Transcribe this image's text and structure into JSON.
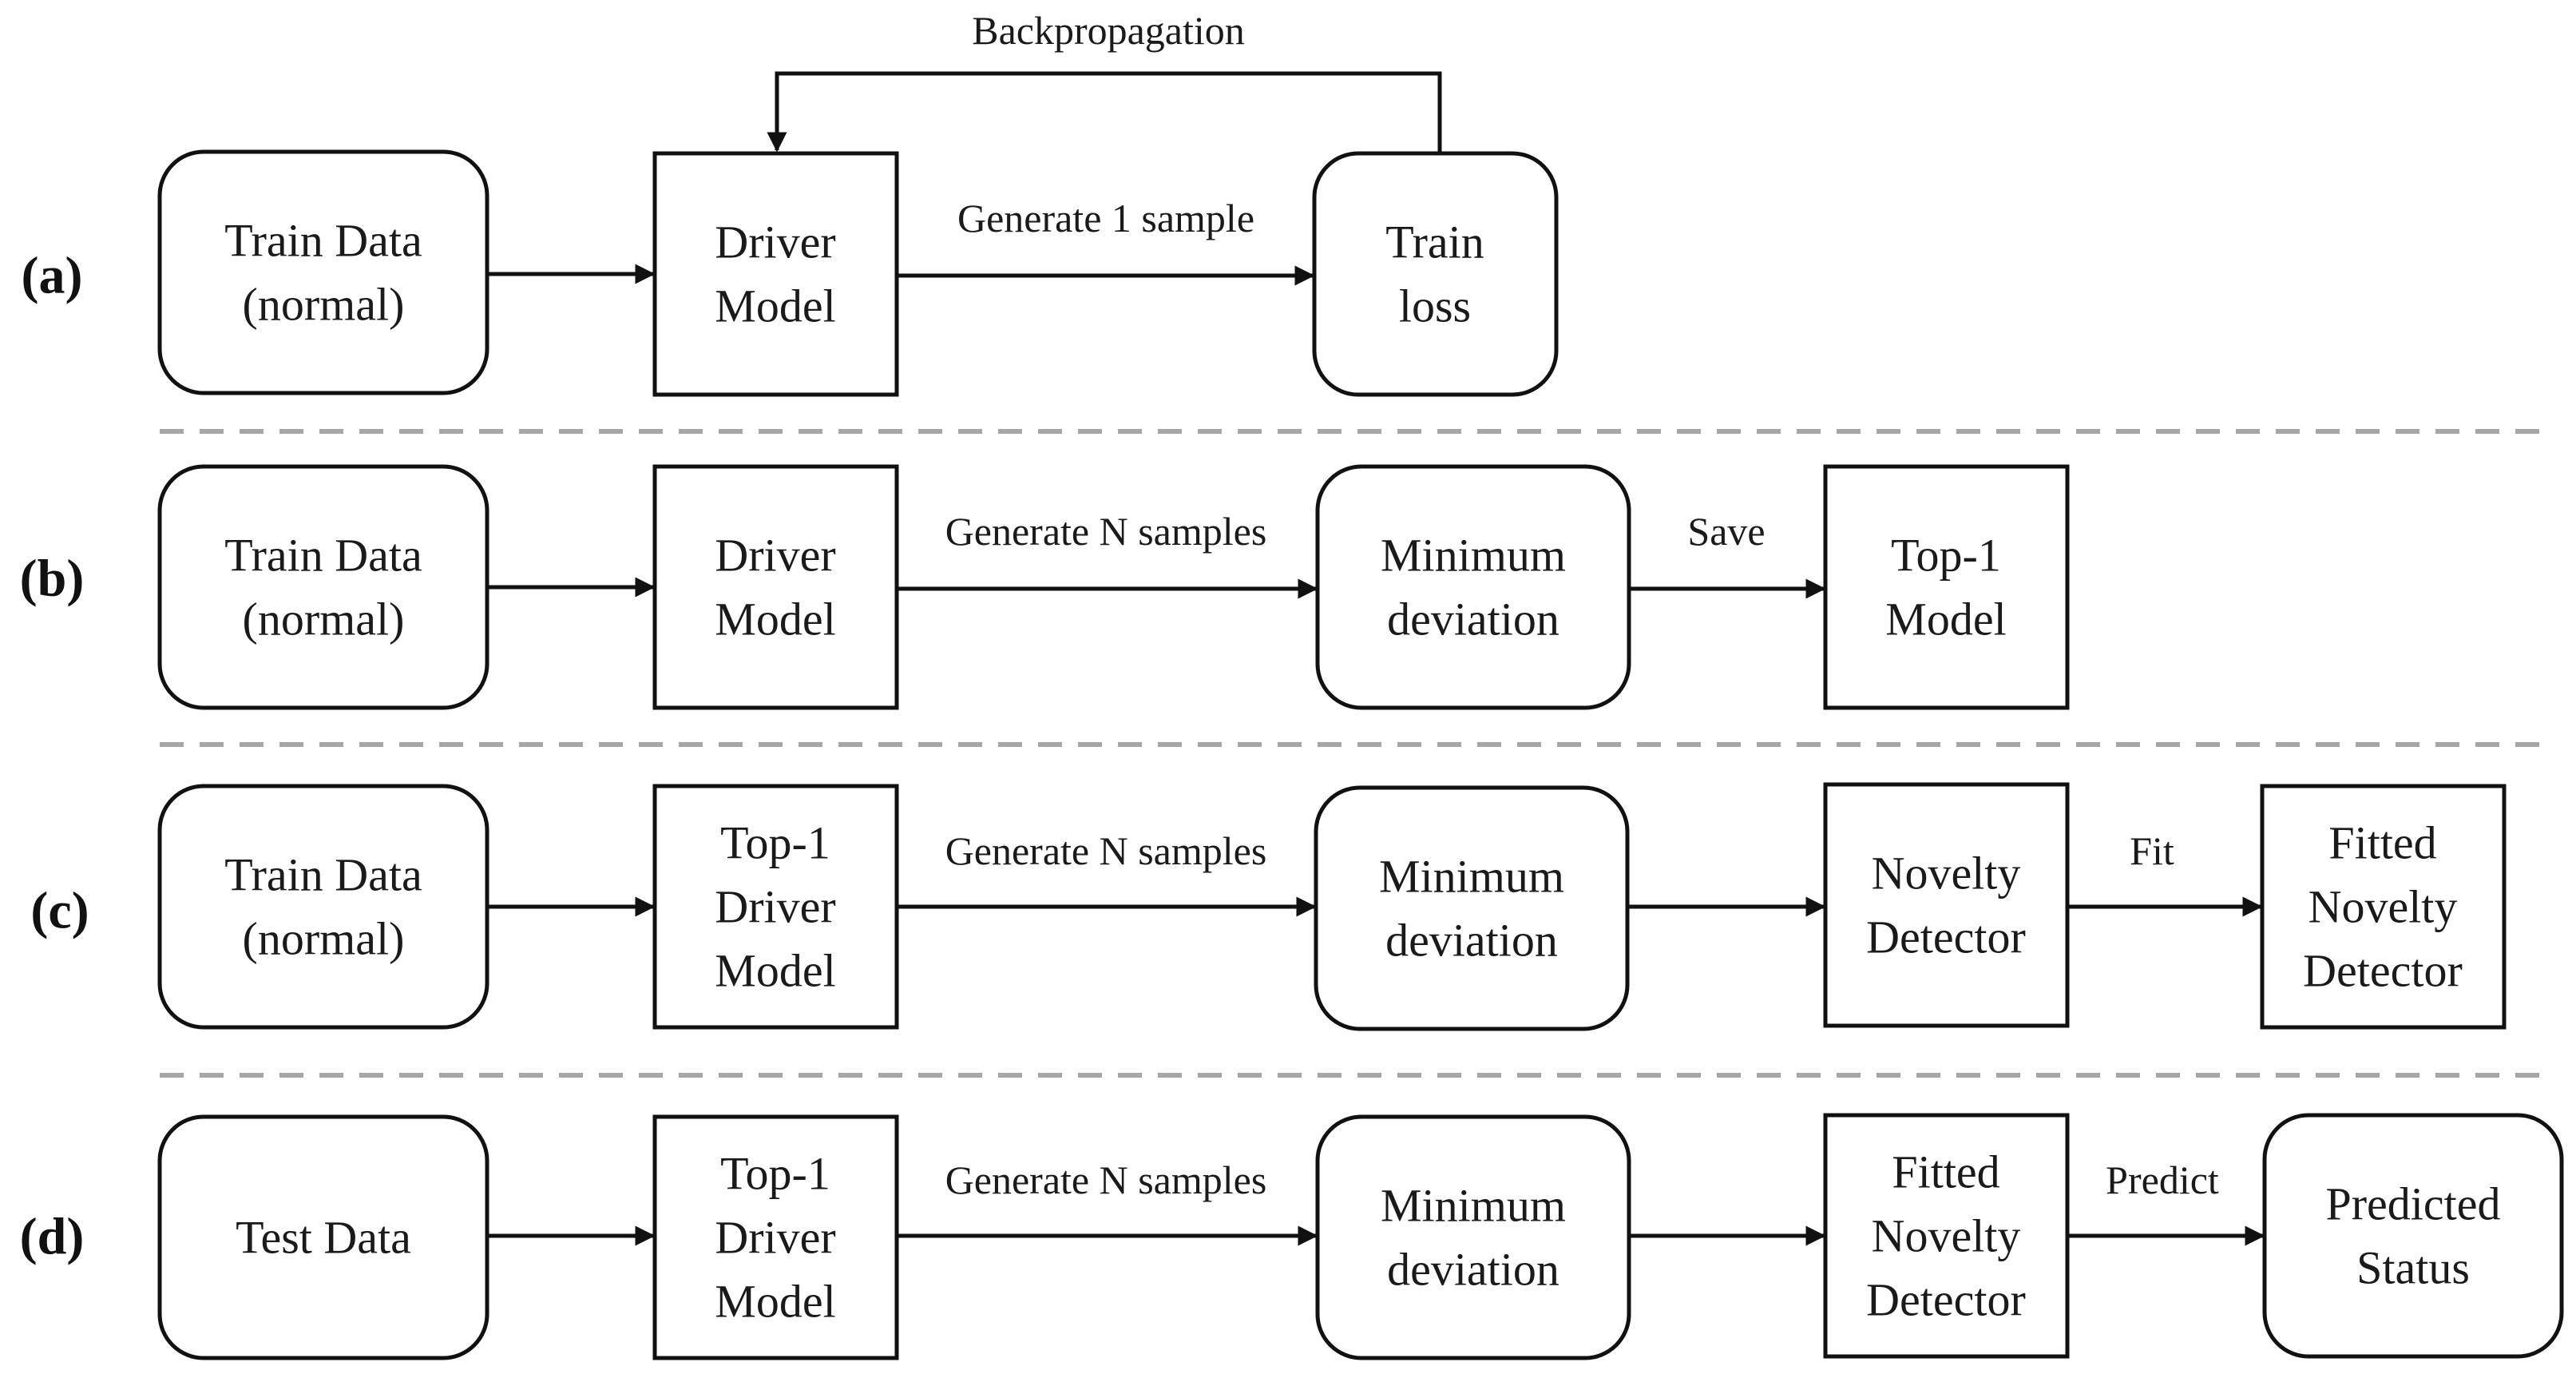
{
  "rows": {
    "a": {
      "label": "(a)",
      "nodes": {
        "train_data": [
          "Train Data",
          "(normal)"
        ],
        "driver_model": [
          "Driver",
          "Model"
        ],
        "train_loss": [
          "Train",
          "loss"
        ]
      },
      "edges": {
        "generate": "Generate 1 sample",
        "backprop": "Backpropagation"
      }
    },
    "b": {
      "label": "(b)",
      "nodes": {
        "train_data": [
          "Train Data",
          "(normal)"
        ],
        "driver_model": [
          "Driver",
          "Model"
        ],
        "min_dev": [
          "Minimum",
          "deviation"
        ],
        "top1_model": [
          "Top-1",
          "Model"
        ]
      },
      "edges": {
        "generate": "Generate N samples",
        "save": "Save"
      }
    },
    "c": {
      "label": "(c)",
      "nodes": {
        "train_data": [
          "Train Data",
          "(normal)"
        ],
        "top1_driver": [
          "Top-1",
          "Driver",
          "Model"
        ],
        "min_dev": [
          "Minimum",
          "deviation"
        ],
        "novelty": [
          "Novelty",
          "Detector"
        ],
        "fitted": [
          "Fitted",
          "Novelty",
          "Detector"
        ]
      },
      "edges": {
        "generate": "Generate N samples",
        "fit": "Fit"
      }
    },
    "d": {
      "label": "(d)",
      "nodes": {
        "test_data": [
          "Test Data"
        ],
        "top1_driver": [
          "Top-1",
          "Driver",
          "Model"
        ],
        "min_dev": [
          "Minimum",
          "deviation"
        ],
        "fitted": [
          "Fitted",
          "Novelty",
          "Detector"
        ],
        "predicted": [
          "Predicted",
          "Status"
        ]
      },
      "edges": {
        "generate": "Generate N samples",
        "predict": "Predict"
      }
    }
  }
}
